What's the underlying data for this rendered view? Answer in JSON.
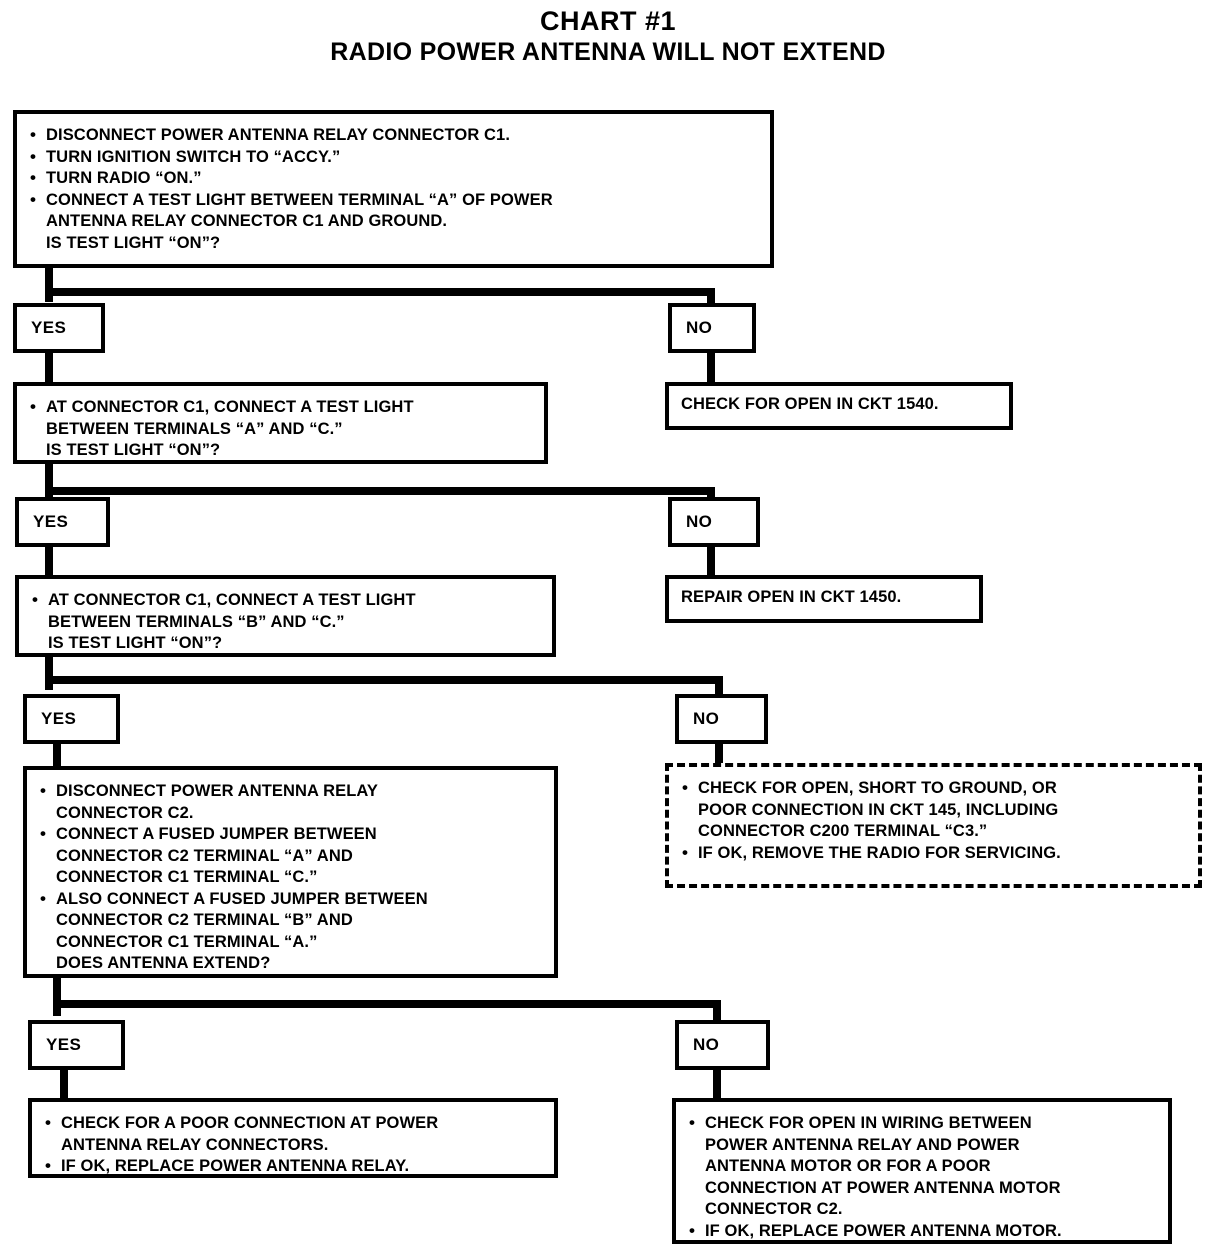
{
  "title": {
    "main": "CHART #1",
    "sub": "RADIO POWER ANTENNA WILL NOT EXTEND"
  },
  "nodes": {
    "step1": {
      "items": [
        "DISCONNECT POWER ANTENNA RELAY CONNECTOR C1.",
        "TURN IGNITION SWITCH TO “ACCY.”",
        "TURN RADIO “ON.”",
        "CONNECT A TEST LIGHT BETWEEN TERMINAL “A” OF POWER\nANTENNA RELAY CONNECTOR C1 AND GROUND.\nIS TEST LIGHT “ON”?"
      ]
    },
    "step2": {
      "items": [
        "AT CONNECTOR C1, CONNECT A TEST LIGHT\nBETWEEN TERMINALS “A” AND “C.”\nIS TEST LIGHT “ON”?"
      ]
    },
    "step3": {
      "items": [
        "AT CONNECTOR C1, CONNECT A TEST LIGHT\nBETWEEN TERMINALS “B” AND “C.”\nIS TEST LIGHT “ON”?"
      ]
    },
    "step4": {
      "items": [
        "DISCONNECT POWER ANTENNA RELAY\nCONNECTOR C2.",
        "CONNECT A FUSED JUMPER BETWEEN\nCONNECTOR C2 TERMINAL “A” AND\nCONNECTOR C1 TERMINAL “C.”",
        "ALSO CONNECT A FUSED JUMPER BETWEEN\nCONNECTOR C2 TERMINAL “B” AND\nCONNECTOR C1 TERMINAL “A.”\nDOES ANTENNA EXTEND?"
      ]
    },
    "result1": {
      "text": "CHECK FOR OPEN IN CKT 1540."
    },
    "result2": {
      "text": "REPAIR OPEN IN CKT 1450."
    },
    "result3": {
      "items": [
        "CHECK FOR OPEN, SHORT TO GROUND, OR\nPOOR CONNECTION IN CKT 145, INCLUDING\nCONNECTOR C200 TERMINAL “C3.”",
        "IF OK, REMOVE THE RADIO FOR SERVICING."
      ]
    },
    "result4": {
      "items": [
        "CHECK FOR A POOR CONNECTION AT POWER\nANTENNA RELAY CONNECTORS.",
        "IF OK, REPLACE POWER ANTENNA RELAY."
      ]
    },
    "result5": {
      "items": [
        "CHECK FOR OPEN IN WIRING BETWEEN\nPOWER ANTENNA RELAY AND POWER\nANTENNA MOTOR OR FOR A POOR\nCONNECTION AT POWER ANTENNA MOTOR\nCONNECTOR C2.",
        "IF OK, REPLACE POWER ANTENNA MOTOR."
      ]
    }
  },
  "branches": {
    "yes1": "YES",
    "no1": "NO",
    "yes2": "YES",
    "no2": "NO",
    "yes3": "YES",
    "no3": "NO",
    "yes4": "YES",
    "no4": "NO"
  },
  "colors": {
    "ink": "#000000",
    "paper": "#ffffff"
  }
}
